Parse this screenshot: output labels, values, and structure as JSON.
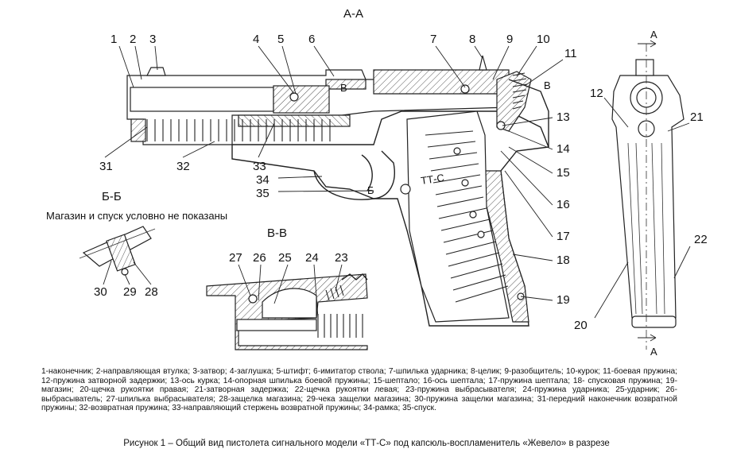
{
  "sections": {
    "aa": "А-А",
    "bb": "Б-Б",
    "vv": "В-В",
    "cut_a_top": "А",
    "cut_a_bottom": "А",
    "cut_b": "Б",
    "cut_v": "В"
  },
  "note": "Магазин и спуск условно не показаны",
  "slide_marking": "ТТ-С",
  "callouts": [
    "1",
    "2",
    "3",
    "4",
    "5",
    "6",
    "7",
    "8",
    "9",
    "10",
    "11",
    "12",
    "13",
    "14",
    "15",
    "16",
    "17",
    "18",
    "19",
    "20",
    "21",
    "22",
    "23",
    "24",
    "25",
    "26",
    "27",
    "28",
    "29",
    "30",
    "31",
    "32",
    "33",
    "34",
    "35"
  ],
  "legend": "1-наконечник; 2-направляющая втулка; 3-затвор; 4-заглушка; 5-штифт; 6-имитатор ствола; 7-шпилька ударника; 8-целик; 9-разобщитель; 10-курок; 11-боевая пружина; 12-пружина затворной задержки; 13-ось курка; 14-опорная шпилька боевой пружины; 15-шептало; 16-ось шептала; 17-пружина шептала; 18- спусковая пружина; 19-магазин; 20-щечка рукоятки правая; 21-затворная задержка; 22-щечка рукоятки левая; 23-пружина выбрасывателя; 24-пружина ударника; 25-ударник; 26-выбрасыватель; 27-шпилька выбрасывателя; 28-защелка магазина; 29-чека защелки магазина; 30-пружина защелки магазина; 31-передний наконечник возвратной пружины; 32-возвратная пружина; 33-направляющий стержень возвратной пружины; 34-рамка; 35-спуск.",
  "caption": "Рисунок 1 – Общий вид пистолета  сигнального модели «ТТ-С» под капсюль-воспламенитель «Жевело» в разрезе"
}
